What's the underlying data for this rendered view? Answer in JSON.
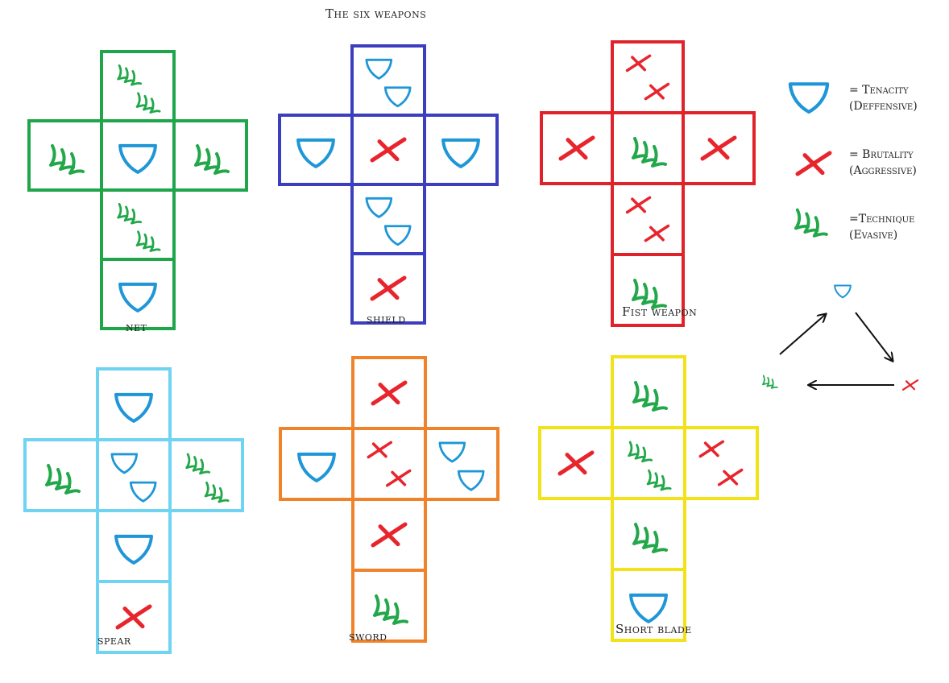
{
  "title": "The six weapons",
  "colors": {
    "tenacity": "#1e96d8",
    "brutality": "#e8242c",
    "technique": "#22a84a",
    "arrow": "#111111"
  },
  "legend": [
    {
      "symbol": "tenacity",
      "line1": "= Tenacity",
      "line2": "(Deffensive)"
    },
    {
      "symbol": "brutality",
      "line1": "= Brutality",
      "line2": "(Aggressive)"
    },
    {
      "symbol": "technique",
      "line1": "=Technique",
      "line2": "(Evasive)"
    }
  ],
  "cycle": [
    "tenacity",
    "brutality",
    "technique"
  ],
  "weapons": [
    {
      "name": "net",
      "color": "#20a64a",
      "faces": {
        "top": [
          "technique",
          "technique"
        ],
        "left": [
          "technique"
        ],
        "center": [
          "tenacity"
        ],
        "right": [
          "technique"
        ],
        "bottom": [
          "technique",
          "technique"
        ],
        "tail": [
          "tenacity"
        ]
      }
    },
    {
      "name": "shield",
      "color": "#3b3fbf",
      "faces": {
        "top": [
          "tenacity",
          "tenacity"
        ],
        "left": [
          "tenacity"
        ],
        "center": [
          "brutality"
        ],
        "right": [
          "tenacity"
        ],
        "bottom": [
          "tenacity",
          "tenacity"
        ],
        "tail": [
          "brutality"
        ]
      }
    },
    {
      "name": "Fist weapon",
      "color": "#e0232b",
      "faces": {
        "top": [
          "brutality",
          "brutality"
        ],
        "left": [
          "brutality"
        ],
        "center": [
          "technique"
        ],
        "right": [
          "brutality"
        ],
        "bottom": [
          "brutality",
          "brutality"
        ],
        "tail": [
          "technique"
        ]
      }
    },
    {
      "name": "spear",
      "color": "#6fd3f2",
      "faces": {
        "top": [
          "tenacity"
        ],
        "left": [
          "technique"
        ],
        "center": [
          "tenacity",
          "tenacity"
        ],
        "right": [
          "technique",
          "technique"
        ],
        "bottom": [
          "tenacity"
        ],
        "tail": [
          "brutality"
        ]
      }
    },
    {
      "name": "sword",
      "color": "#f0822a",
      "faces": {
        "top": [
          "brutality"
        ],
        "left": [
          "tenacity"
        ],
        "center": [
          "brutality",
          "brutality"
        ],
        "right": [
          "tenacity",
          "tenacity"
        ],
        "bottom": [
          "brutality"
        ],
        "tail": [
          "technique"
        ]
      }
    },
    {
      "name": "Short blade",
      "color": "#f2e21a",
      "faces": {
        "top": [
          "technique"
        ],
        "left": [
          "brutality"
        ],
        "center": [
          "technique",
          "technique"
        ],
        "right": [
          "brutality",
          "brutality"
        ],
        "bottom": [
          "technique"
        ],
        "tail": [
          "tenacity"
        ]
      }
    }
  ]
}
